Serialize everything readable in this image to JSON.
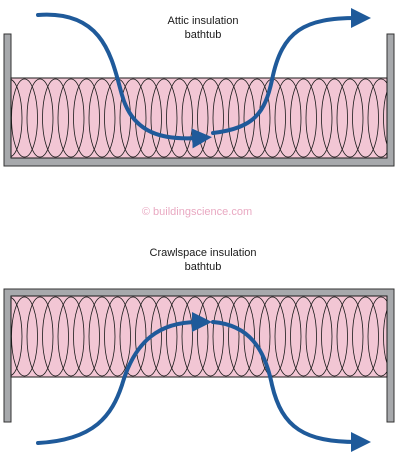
{
  "attic": {
    "title_line1": "Attic insulation",
    "title_line2": "bathtub"
  },
  "crawlspace": {
    "title_line1": "Crawlspace insulation",
    "title_line2": "bathtub"
  },
  "watermark": "© buildingscience.com",
  "colors": {
    "insulation_fill": "#f2c6d4",
    "insulation_stroke": "#1a1a1a",
    "tub_fill": "#a7a9ac",
    "tub_stroke": "#333333",
    "arrow": "#1f5a9a",
    "watermark": "#e9a9c2"
  },
  "icons": {
    "airflow": "curved-arrow-icon"
  }
}
